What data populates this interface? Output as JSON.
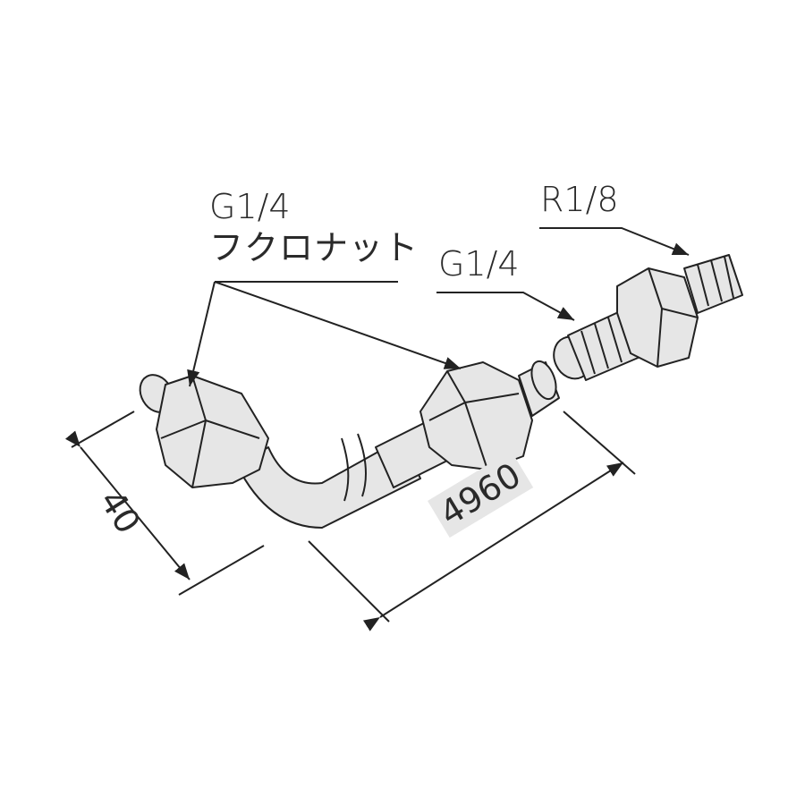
{
  "diagram": {
    "labels": {
      "nut_size": "G1/4",
      "nut_name": "フクロナット",
      "adapter_female_thread": "G1/4",
      "adapter_male_thread": "R1/8"
    },
    "dimensions": {
      "bend_offset": "40",
      "pipe_length": "4960"
    },
    "colors": {
      "part_fill": "#e6e6e6",
      "line": "#222222",
      "dimension_highlight": "#e6e6e6"
    }
  }
}
